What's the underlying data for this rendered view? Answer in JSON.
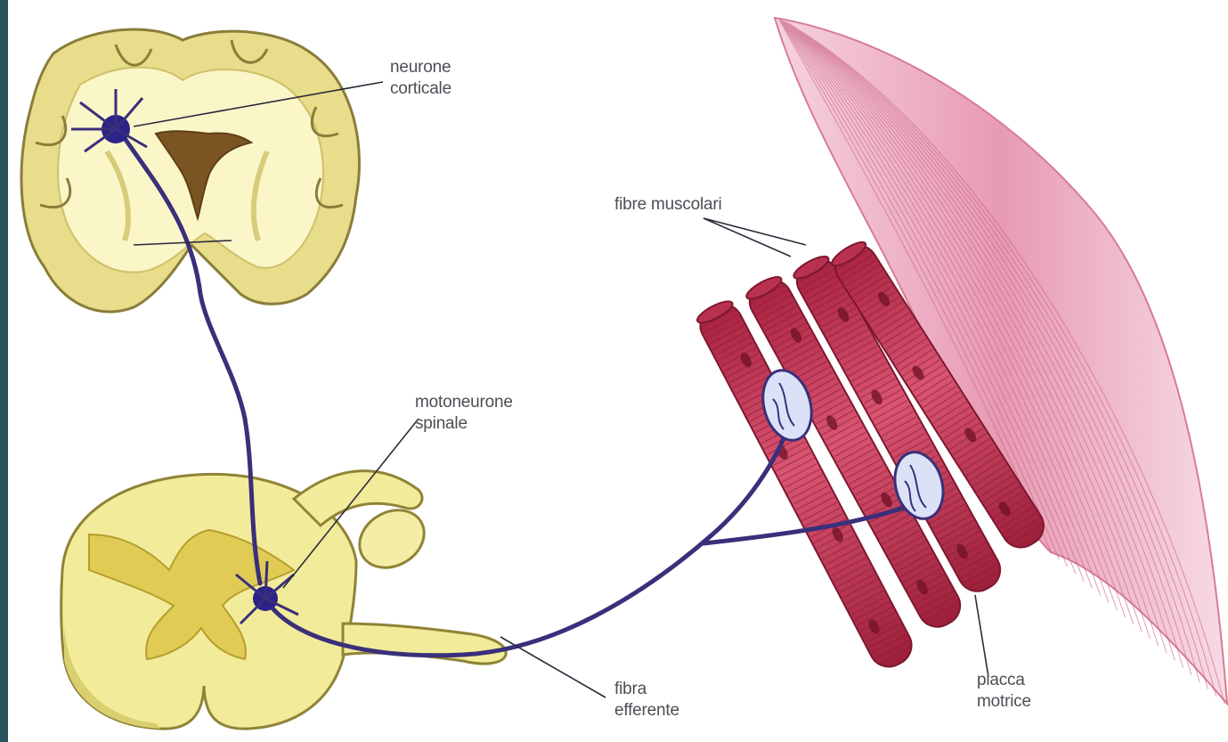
{
  "labels": {
    "cortical_neuron": [
      "neurone",
      "corticale"
    ],
    "muscle_fibers": "fibre muscolari",
    "spinal_motoneuron": [
      "motoneurone",
      "spinale"
    ],
    "efferent_fiber": [
      "fibra",
      "efferente"
    ],
    "motor_plate": [
      "placca",
      "motrice"
    ]
  },
  "colors": {
    "frame": "#27525b",
    "background": "#ffffff",
    "nerve": "#3a2f7a",
    "brain_grey_matter": "#e7dd8a",
    "brain_white_matter": "#fbf6c8",
    "spinal_cord": "#f2ec9a",
    "muscle_fiber": "#c7415e",
    "muscle_belly": "#e9a0b8"
  }
}
